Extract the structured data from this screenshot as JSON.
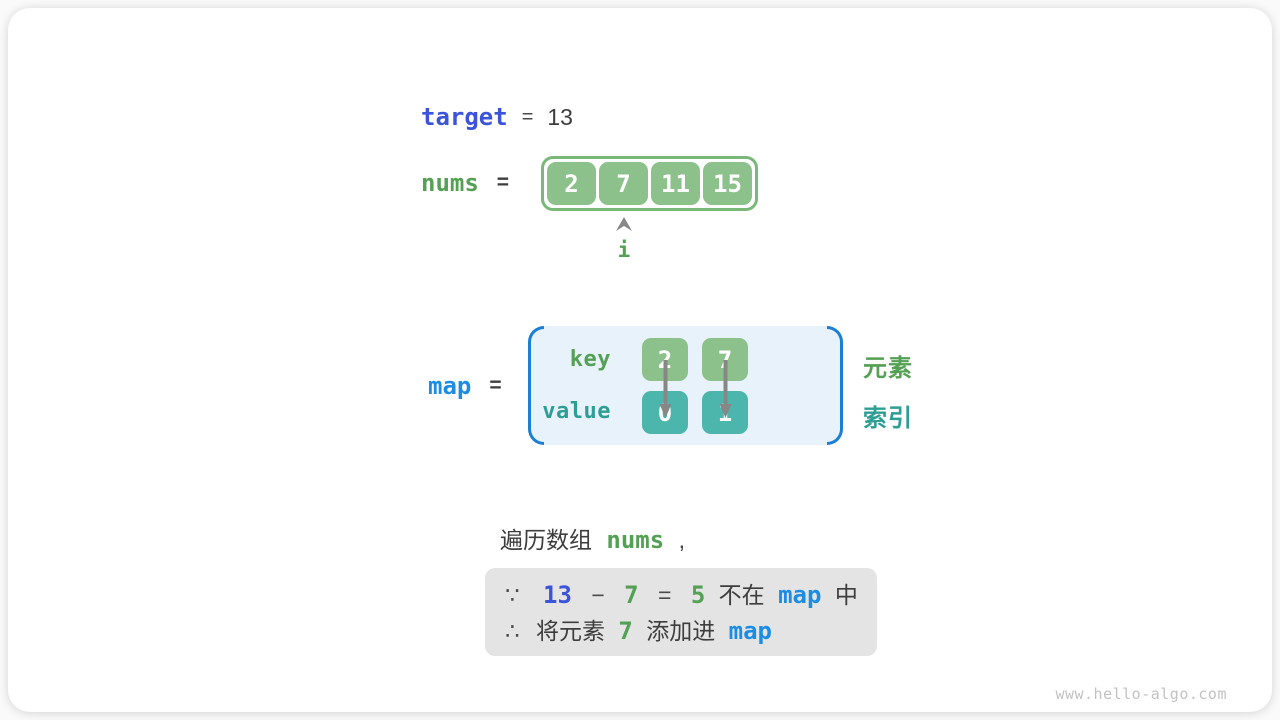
{
  "palette": {
    "deep_blue": "#3b54d9",
    "bright_blue": "#1b8de4",
    "green_text": "#54a054",
    "teal_text": "#2e9e94",
    "green_cell": "#8cc18c",
    "teal_cell": "#4cb5ac",
    "array_border": "#7ab87a",
    "map_bg": "#e7f2fa",
    "bracket_blue": "#1c7fd6",
    "note_bg": "#e4e4e4",
    "arrow_gray": "#878787"
  },
  "icons": {
    "pointer_up": "arrowhead-up",
    "key_to_value": "arrow-down"
  },
  "target_line": {
    "name": "target",
    "equals": "=",
    "value": "13"
  },
  "nums_line": {
    "name": "nums",
    "equals": "=",
    "cells": [
      "2",
      "7",
      "11",
      "15"
    ],
    "pointer_label": "i"
  },
  "map_section": {
    "name": "map",
    "equals": "=",
    "key_label": "key",
    "value_label": "value",
    "keys": [
      "2",
      "7"
    ],
    "values": [
      "0",
      "1"
    ],
    "element_label": "元素",
    "index_label": "索引"
  },
  "caption": {
    "prefix": "遍历数组",
    "code": "nums",
    "suffix": ","
  },
  "note_box": {
    "line1": {
      "mark": "∵",
      "target": "13",
      "minus": "−",
      "num": "7",
      "equals": "=",
      "diff": "5",
      "mid": "不在",
      "code": "map",
      "suffix": "中"
    },
    "line2": {
      "mark": "∴",
      "pre": "将元素",
      "num": "7",
      "mid": "添加进",
      "code": "map"
    }
  },
  "watermark": "www.hello-algo.com"
}
